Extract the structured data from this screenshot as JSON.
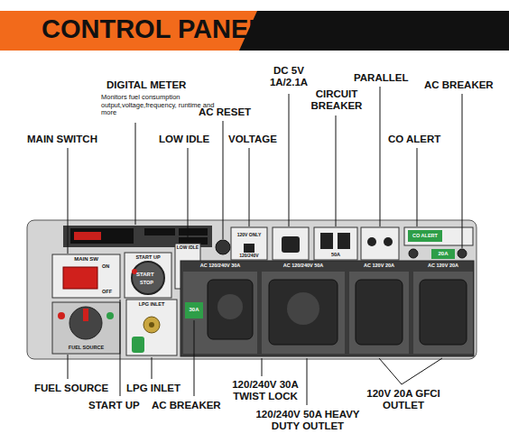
{
  "diagram": {
    "title": "CONTROL PANEL",
    "labels": [
      "DIGITAL METER",
      "Monitors fuel consumption output,voltage,frequency, runtime and more",
      "MAIN SWITCH",
      "LOW IDLE",
      "AC RESET",
      "VOLTAGE",
      "DC 5V 1A/2.1A",
      "CIRCUIT BREAKER",
      "PARALLEL",
      "AC BREAKER",
      "CO ALERT",
      "FUEL SOURCE",
      "START UP",
      "LPG INLET",
      "AC BREAKER",
      "120/240V 30A TWIST LOCK",
      "120/240V 50A HEAVY DUTY OUTLET",
      "120V 20A GFCI OUTLET",
      "MAIN SW",
      "ON",
      "OFF",
      "START UP",
      "START",
      "STOP",
      "LOW IDLE",
      "LPG INLET",
      "FUEL SOURCE",
      "AC 120/240V 30A",
      "AC 120/240V 50A",
      "AC 120V 20A",
      "AC 120V 20A",
      "120V ONLY",
      "120/240V",
      "30A",
      "20A",
      "CO ALERT",
      "50A"
    ]
  }
}
